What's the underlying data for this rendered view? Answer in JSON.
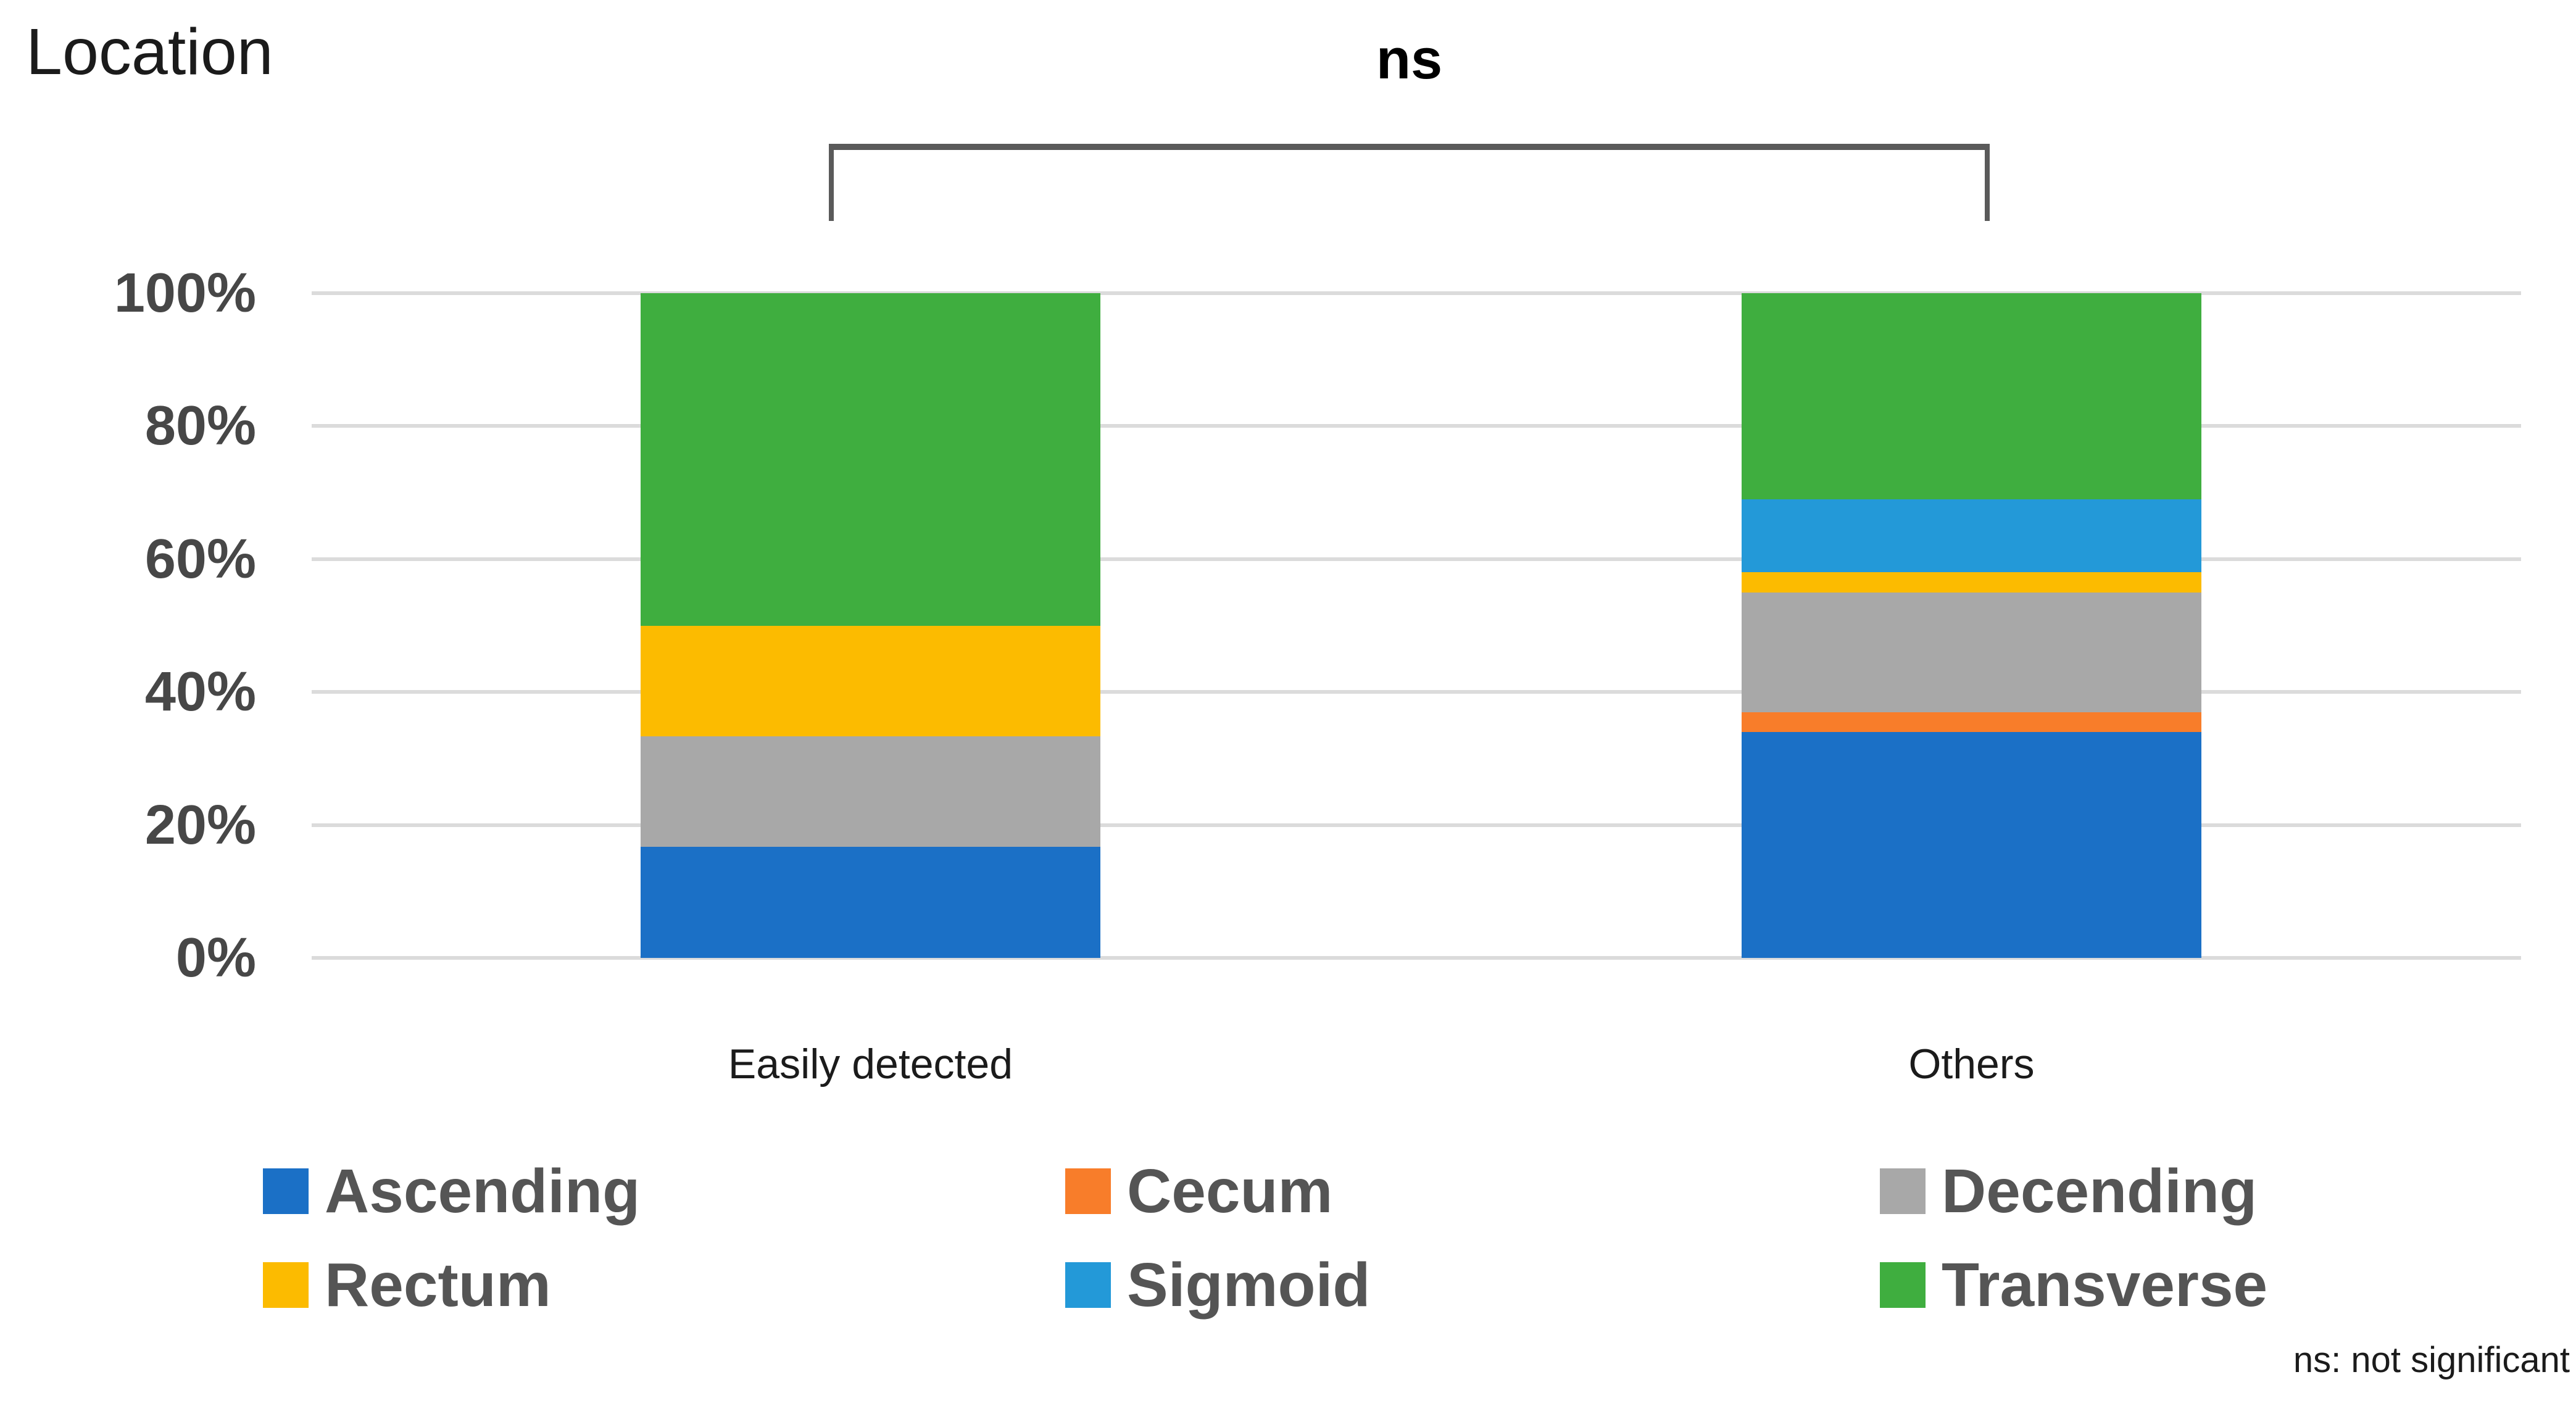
{
  "title": "Location",
  "significance": {
    "bracket_label": "ns",
    "footnote": "ns: not significant"
  },
  "y_axis": {
    "ticks": [
      "100%",
      "80%",
      "60%",
      "40%",
      "20%",
      "0%"
    ]
  },
  "chart_data": {
    "type": "bar",
    "variant": "stacked-100-percent",
    "title": "Location",
    "categories": [
      "Easily detected",
      "Others"
    ],
    "series": [
      {
        "name": "Ascending",
        "color": "#1B70C6",
        "values": [
          16.7,
          34
        ]
      },
      {
        "name": "Cecum",
        "color": "#F87D2A",
        "values": [
          0,
          3
        ]
      },
      {
        "name": "Decending",
        "color": "#A8A8A8",
        "values": [
          16.6,
          18
        ]
      },
      {
        "name": "Rectum",
        "color": "#FCBB00",
        "values": [
          16.7,
          3
        ]
      },
      {
        "name": "Sigmoid",
        "color": "#2399D8",
        "values": [
          0,
          11
        ]
      },
      {
        "name": "Transverse",
        "color": "#3FAE3F",
        "values": [
          50,
          31
        ]
      }
    ],
    "stack_order_bottom_to_top": [
      "Ascending",
      "Cecum",
      "Decending",
      "Rectum",
      "Sigmoid",
      "Transverse"
    ],
    "xlabel": "",
    "ylabel": "",
    "ylim": [
      0,
      100
    ],
    "ytick_interval": 20,
    "ytick_format": "percent",
    "grid": true,
    "legend_position": "bottom",
    "annotation": {
      "type": "significance-bracket",
      "label": "ns",
      "between": [
        "Easily detected",
        "Others"
      ]
    }
  },
  "colors": {
    "gridline": "#DBDBDB",
    "axis_text": "#474747",
    "legend_text": "#555555",
    "bracket": "#5A5A5A",
    "text": "#1B1B1B"
  }
}
